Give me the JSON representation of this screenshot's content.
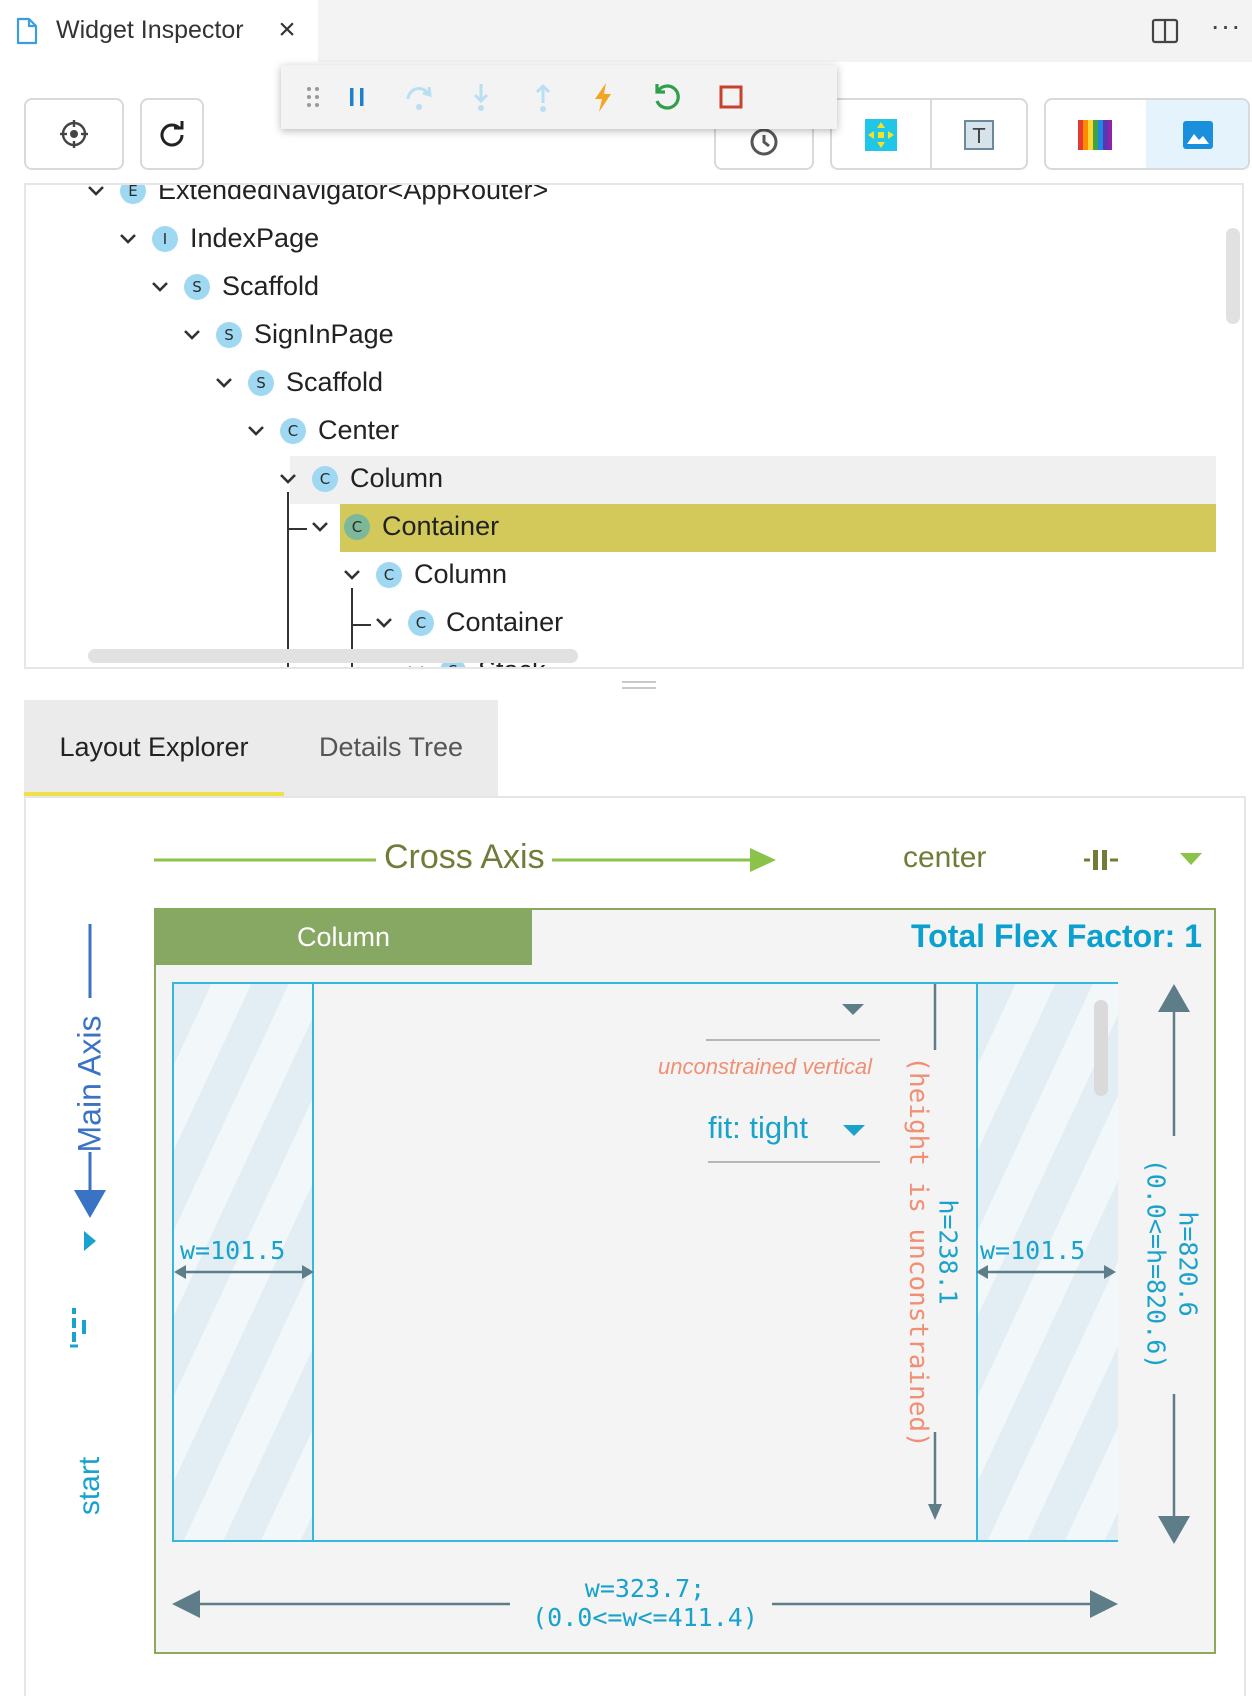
{
  "tab": {
    "title": "Widget Inspector",
    "close": "×",
    "more": "···"
  },
  "toolbar": {
    "buttons": [
      {
        "icon": "crosshair-icon"
      },
      {
        "icon": "refresh-icon"
      },
      {
        "icon": "history-icon"
      },
      {
        "icon": "debug-paint-icon"
      },
      {
        "icon": "text-baseline-icon"
      },
      {
        "icon": "color-rainbow-icon"
      },
      {
        "icon": "image-icon"
      }
    ]
  },
  "debugbar": {
    "buttons": [
      "drag-handle-icon",
      "pause-icon",
      "step-over-icon",
      "step-into-icon",
      "step-out-icon",
      "hot-reload-icon",
      "hot-restart-icon",
      "stop-icon"
    ]
  },
  "tree": {
    "nodes": [
      {
        "badge": "E",
        "label": "ExtendedNavigator<AppRouter>",
        "depth": 0
      },
      {
        "badge": "I",
        "label": "IndexPage",
        "depth": 1
      },
      {
        "badge": "S",
        "label": "Scaffold",
        "depth": 2
      },
      {
        "badge": "S",
        "label": "SignInPage",
        "depth": 3
      },
      {
        "badge": "S",
        "label": "Scaffold",
        "depth": 4
      },
      {
        "badge": "C",
        "label": "Center",
        "depth": 5
      },
      {
        "badge": "C",
        "label": "Column",
        "depth": 6
      },
      {
        "badge": "C",
        "label": "Container",
        "depth": 7
      },
      {
        "badge": "C",
        "label": "Column",
        "depth": 8
      },
      {
        "badge": "C",
        "label": "Container",
        "depth": 9
      },
      {
        "badge": "S",
        "label": "Stack",
        "depth": 10
      }
    ],
    "selected_index": 7
  },
  "bottom_tabs": {
    "layout_explorer": "Layout Explorer",
    "details_tree": "Details Tree",
    "active": "Layout Explorer"
  },
  "layout": {
    "cross_axis_label": "Cross Axis",
    "cross_axis_value": "center",
    "main_axis_label": "Main Axis",
    "main_axis_value": "start",
    "widget_name": "Column",
    "total_flex_factor": "Total Flex Factor: 1",
    "unconstrained_vertical": "unconstrained vertical",
    "fit": "fit: tight",
    "left_width": "w=101.5",
    "right_width": "w=101.5",
    "child_height": "h=238.1",
    "height_unconstrained": "(height is unconstrained)",
    "total_height": "h=820.6",
    "total_height_range": "(0.0<=h=820.6)",
    "total_width": "w=323.7;",
    "total_width_range": "(0.0<=w<=411.4)"
  },
  "colors": {
    "accent_teal": "#18a2cc",
    "selection": "#d3c95b",
    "column_header": "#87a863",
    "axis_green": "#8bc34a",
    "main_axis_blue": "#3b73c4",
    "unconstrained": "#f08f74",
    "tab_underline": "#f1e047"
  }
}
